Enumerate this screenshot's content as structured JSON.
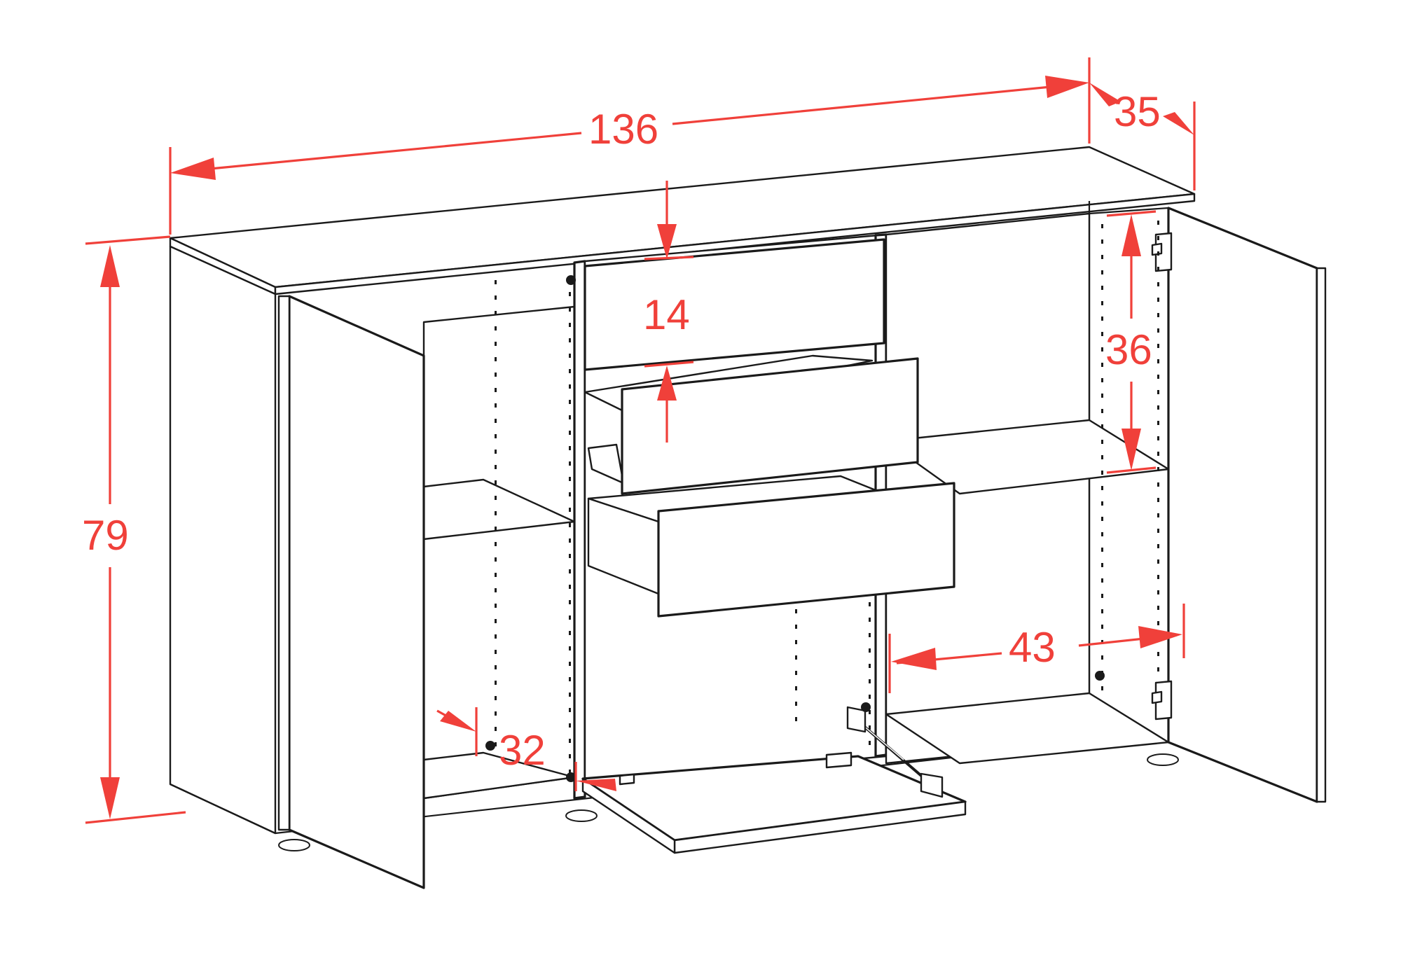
{
  "diagram": {
    "dimensions": {
      "width": "136",
      "depth": "35",
      "height": "79",
      "drawer_height": "14",
      "shelf_spacing": "36",
      "compartment_width": "43",
      "panel_thickness": "32"
    },
    "colors": {
      "dimension": "#f0403a",
      "outline": "#1a1a1a",
      "fill": "#ffffff"
    }
  }
}
